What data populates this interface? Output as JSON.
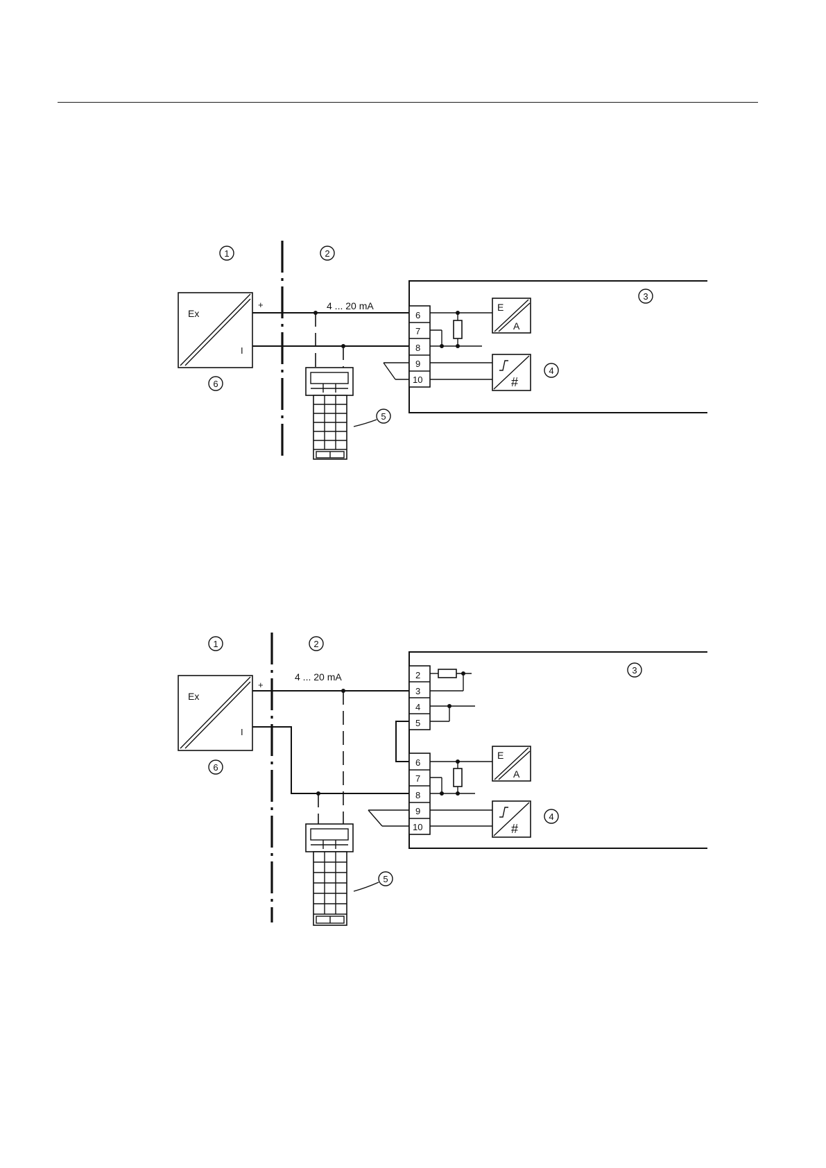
{
  "diagram_1": {
    "callouts": [
      "1",
      "2",
      "3",
      "4",
      "5",
      "6"
    ],
    "signal_label": "4 ... 20 mA",
    "device_label": "Ex",
    "plus_label": "+",
    "minus_label": "I",
    "terminals": [
      "6",
      "7",
      "8",
      "9",
      "10"
    ],
    "converter_labels": [
      "E",
      "A"
    ]
  },
  "diagram_2": {
    "callouts": [
      "1",
      "2",
      "3",
      "4",
      "5",
      "6"
    ],
    "signal_label": "4 ... 20 mA",
    "device_label": "Ex",
    "plus_label": "+",
    "minus_label": "I",
    "terminals": [
      "2",
      "3",
      "4",
      "5",
      "6",
      "7",
      "8",
      "9",
      "10"
    ],
    "converter_labels": [
      "E",
      "A"
    ]
  }
}
